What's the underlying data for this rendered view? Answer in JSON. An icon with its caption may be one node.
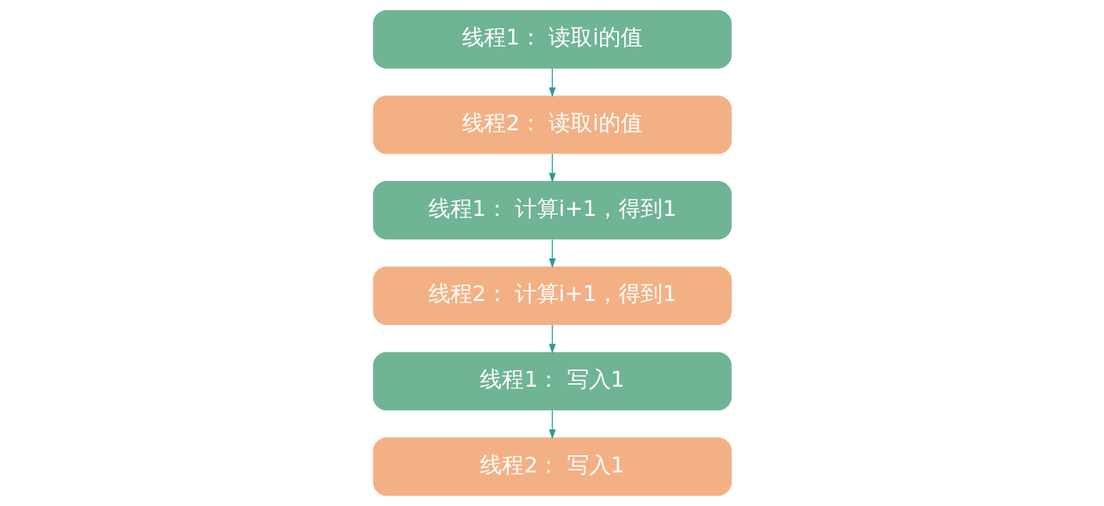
{
  "diagram": {
    "nodes": [
      {
        "text": [
          "线程1： 读取i的值"
        ]
      },
      {
        "text": [
          "线程2： 读取i的值"
        ]
      },
      {
        "text": [
          "线程1： 计算i+1，得到1"
        ]
      },
      {
        "text": [
          "线程2： 计算i+1，得到1"
        ]
      },
      {
        "text": [
          "线程1： 写入1"
        ]
      },
      {
        "text": [
          "线程2： 写入1"
        ]
      }
    ],
    "edges": [
      {
        "from": 0,
        "to": 1,
        "arrow": "to"
      },
      {
        "from": 1,
        "to": 2,
        "arrow": "to"
      },
      {
        "from": 2,
        "to": 3,
        "arrow": "to"
      },
      {
        "from": 3,
        "to": 4,
        "arrow": "to"
      },
      {
        "from": 4,
        "to": 5,
        "arrow": "to"
      }
    ]
  }
}
